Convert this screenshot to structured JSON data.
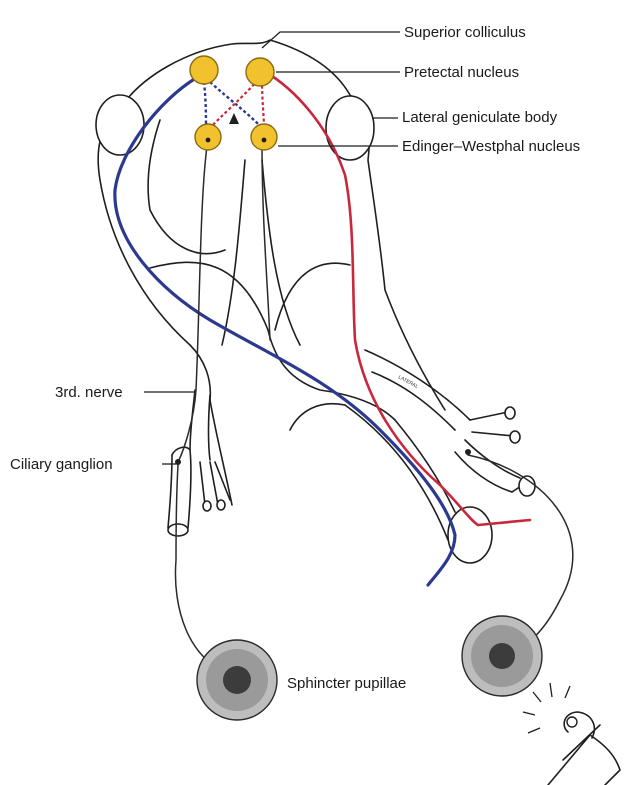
{
  "labels": {
    "superior_colliculus": "Superior colliculus",
    "pretectal_nucleus": "Pretectal nucleus",
    "lateral_geniculate_body": "Lateral geniculate body",
    "edinger_westphal_nucleus": "Edinger–Westphal nucleus",
    "third_nerve": "3rd. nerve",
    "ciliary_ganglion": "Ciliary ganglion",
    "sphincter_pupillae": "Sphincter pupillae",
    "optic_tract_tag": "LATERAL"
  },
  "colors": {
    "left_pathway": "#2b3a8f",
    "right_pathway": "#c8283c",
    "nucleus_fill": "#f2c12e",
    "outline": "#1f1f1f"
  },
  "icons": [
    "light-source-icon",
    "light-rays-icon",
    "iris-icon"
  ]
}
